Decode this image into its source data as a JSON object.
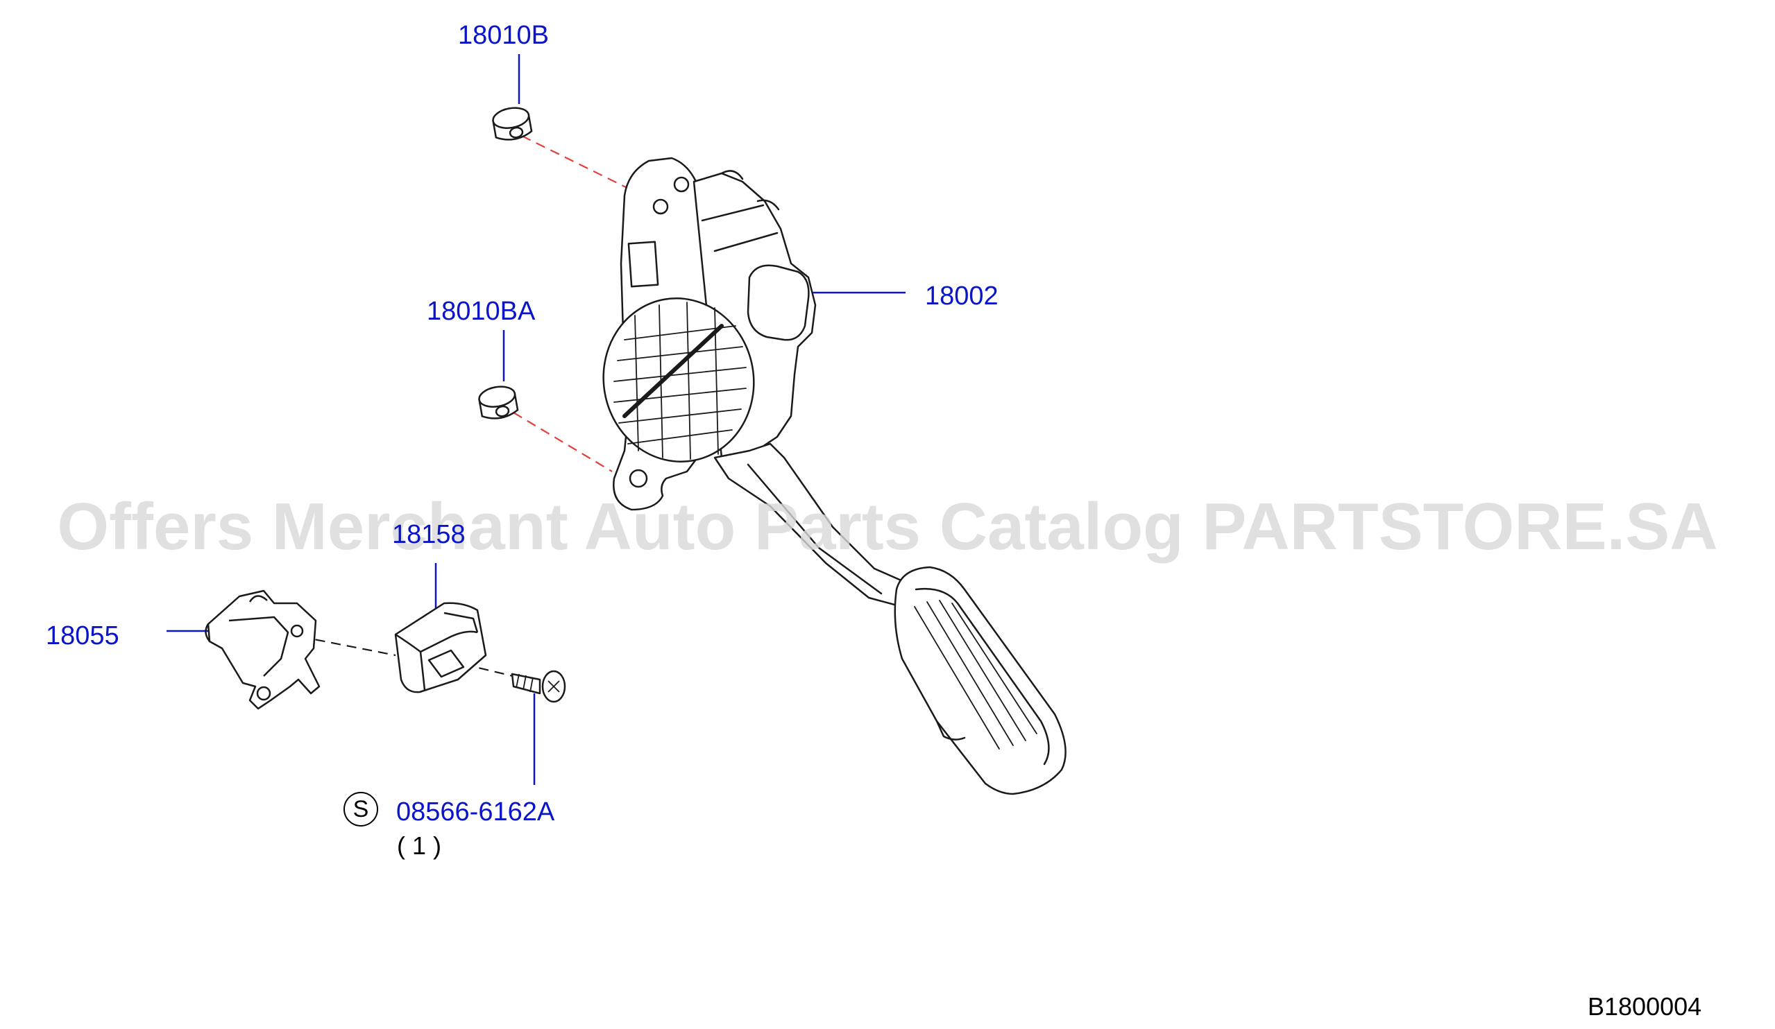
{
  "diagram": {
    "code": "B1800004",
    "watermark": "Offers Merchant Auto Parts Catalog PARTSTORE.SA",
    "colors": {
      "label": "#0a14c8",
      "line": "#1a1a1a",
      "dash": "#e0413f",
      "watermark": "#d9d9d9"
    },
    "parts": [
      {
        "number": "18010B"
      },
      {
        "number": "18010BA"
      },
      {
        "number": "18002"
      },
      {
        "number": "18158"
      },
      {
        "number": "18055"
      },
      {
        "number": "08566-6162A",
        "prefix": "S",
        "quantity": "( 1 )"
      }
    ]
  }
}
